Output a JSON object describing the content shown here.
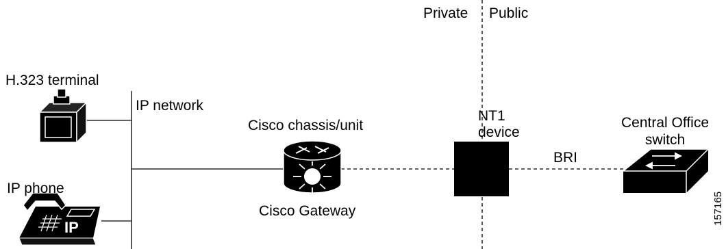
{
  "boundary": {
    "left_label": "Private",
    "right_label": "Public"
  },
  "nodes": {
    "h323_terminal": {
      "label": "H.323 terminal",
      "icon": "h323-terminal-icon"
    },
    "ip_phone": {
      "label": "IP phone",
      "icon": "ip-phone-icon",
      "badge": "IP"
    },
    "ip_network": {
      "label": "IP network"
    },
    "cisco_unit": {
      "label": "Cisco chassis/unit",
      "caption": "Cisco Gateway",
      "icon": "router-icon"
    },
    "nt1": {
      "label_line1": "NT1",
      "label_line2": "device"
    },
    "central_office": {
      "label_line1": "Central Office",
      "label_line2": "switch",
      "icon": "switch-icon"
    }
  },
  "links": {
    "bri_label": "BRI"
  },
  "figure_id": "157165"
}
